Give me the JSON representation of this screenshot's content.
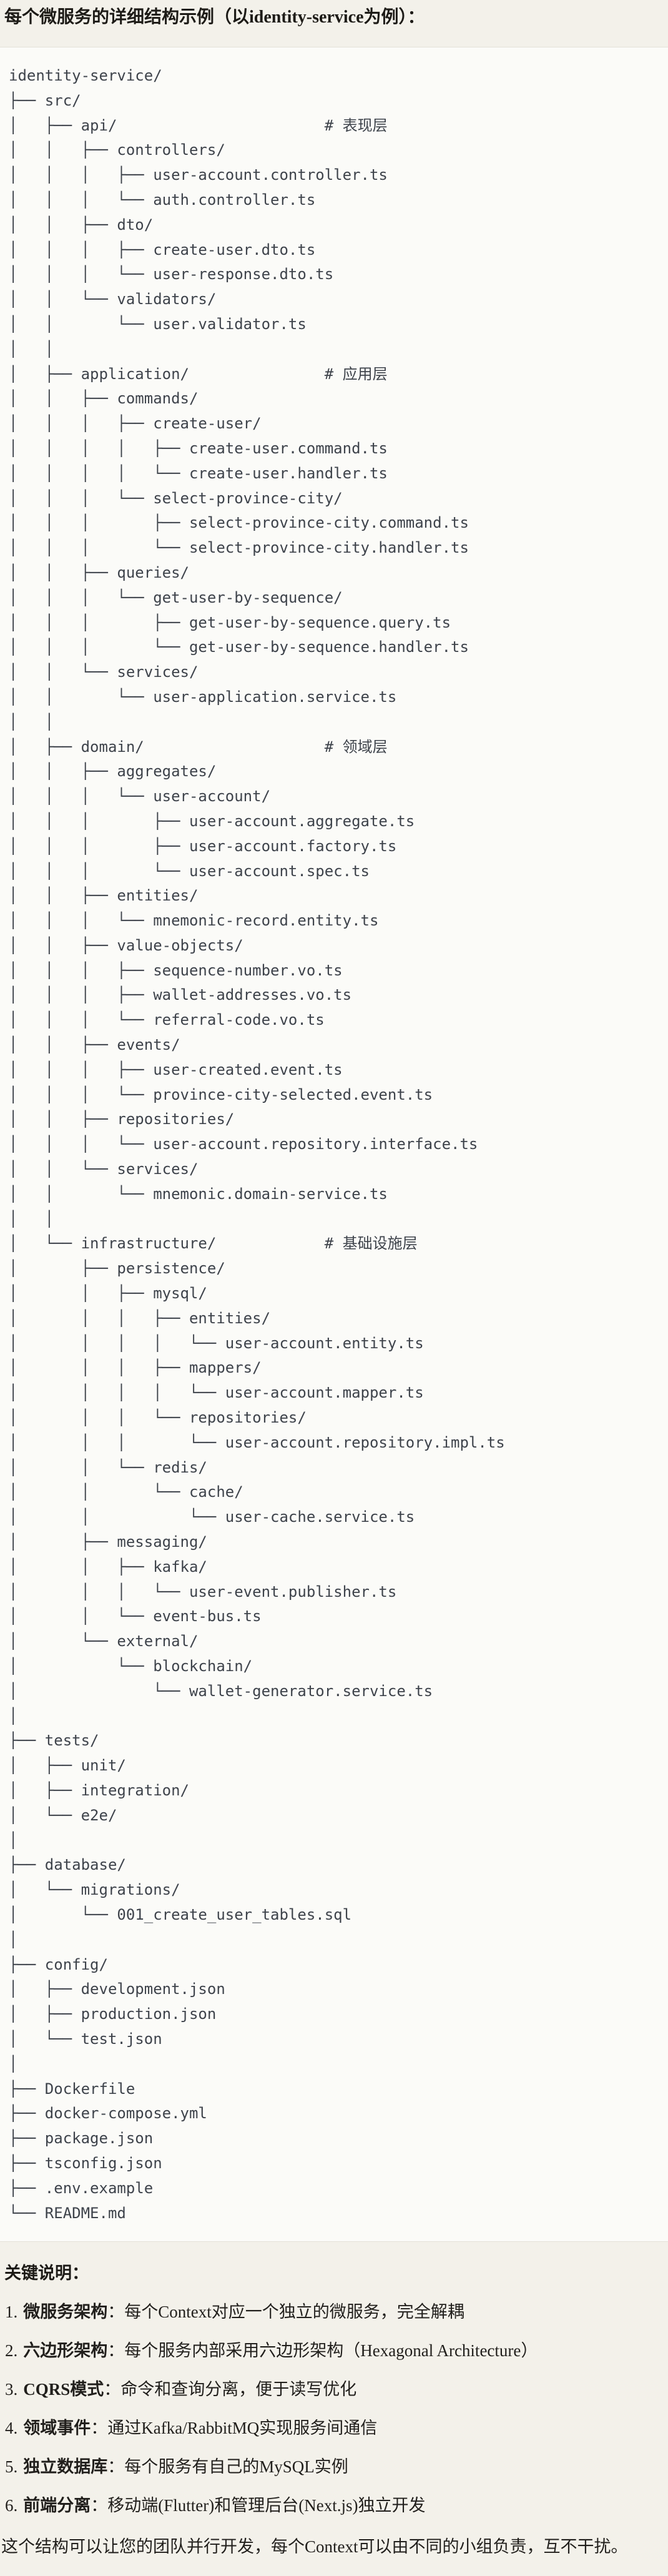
{
  "title": "每个微服务的详细结构示例（以identity-service为例）：",
  "tree": {
    "text": "identity-service/\n├── src/\n│   ├── api/                       # 表现层\n│   │   ├── controllers/\n│   │   │   ├── user-account.controller.ts\n│   │   │   └── auth.controller.ts\n│   │   ├── dto/\n│   │   │   ├── create-user.dto.ts\n│   │   │   └── user-response.dto.ts\n│   │   └── validators/\n│   │       └── user.validator.ts\n│   │\n│   ├── application/               # 应用层\n│   │   ├── commands/\n│   │   │   ├── create-user/\n│   │   │   │   ├── create-user.command.ts\n│   │   │   │   └── create-user.handler.ts\n│   │   │   └── select-province-city/\n│   │   │       ├── select-province-city.command.ts\n│   │   │       └── select-province-city.handler.ts\n│   │   ├── queries/\n│   │   │   └── get-user-by-sequence/\n│   │   │       ├── get-user-by-sequence.query.ts\n│   │   │       └── get-user-by-sequence.handler.ts\n│   │   └── services/\n│   │       └── user-application.service.ts\n│   │\n│   ├── domain/                    # 领域层\n│   │   ├── aggregates/\n│   │   │   └── user-account/\n│   │   │       ├── user-account.aggregate.ts\n│   │   │       ├── user-account.factory.ts\n│   │   │       └── user-account.spec.ts\n│   │   ├── entities/\n│   │   │   └── mnemonic-record.entity.ts\n│   │   ├── value-objects/\n│   │   │   ├── sequence-number.vo.ts\n│   │   │   ├── wallet-addresses.vo.ts\n│   │   │   └── referral-code.vo.ts\n│   │   ├── events/\n│   │   │   ├── user-created.event.ts\n│   │   │   └── province-city-selected.event.ts\n│   │   ├── repositories/\n│   │   │   └── user-account.repository.interface.ts\n│   │   └── services/\n│   │       └── mnemonic.domain-service.ts\n│   │\n│   └── infrastructure/            # 基础设施层\n│       ├── persistence/\n│       │   ├── mysql/\n│       │   │   ├── entities/\n│       │   │   │   └── user-account.entity.ts\n│       │   │   ├── mappers/\n│       │   │   │   └── user-account.mapper.ts\n│       │   │   └── repositories/\n│       │   │       └── user-account.repository.impl.ts\n│       │   └── redis/\n│       │       └── cache/\n│       │           └── user-cache.service.ts\n│       ├── messaging/\n│       │   ├── kafka/\n│       │   │   └── user-event.publisher.ts\n│       │   └── event-bus.ts\n│       └── external/\n│           └── blockchain/\n│               └── wallet-generator.service.ts\n│\n├── tests/\n│   ├── unit/\n│   ├── integration/\n│   └── e2e/\n│\n├── database/\n│   └── migrations/\n│       └── 001_create_user_tables.sql\n│\n├── config/\n│   ├── development.json\n│   ├── production.json\n│   └── test.json\n│\n├── Dockerfile\n├── docker-compose.yml\n├── package.json\n├── tsconfig.json\n├── .env.example\n└── README.md"
  },
  "notes": {
    "heading": "关键说明：",
    "items": [
      {
        "num": "1.",
        "term": "微服务架构",
        "colon": "：",
        "desc": "每个Context对应一个独立的微服务，完全解耦"
      },
      {
        "num": "2.",
        "term": "六边形架构",
        "colon": "：",
        "desc": "每个服务内部采用六边形架构（Hexagonal Architecture）"
      },
      {
        "num": "3.",
        "term": "CQRS模式",
        "colon": "：",
        "desc": "命令和查询分离，便于读写优化"
      },
      {
        "num": "4.",
        "term": "领域事件",
        "colon": "：",
        "desc": "通过Kafka/RabbitMQ实现服务间通信"
      },
      {
        "num": "5.",
        "term": "独立数据库",
        "colon": "：",
        "desc": "每个服务有自己的MySQL实例"
      },
      {
        "num": "6.",
        "term": "前端分离",
        "colon": "：",
        "desc": "移动端(Flutter)和管理后台(Next.js)独立开发"
      }
    ],
    "footer": "这个结构可以让您的团队并行开发，每个Context可以由不同的小组负责，互不干扰。"
  }
}
